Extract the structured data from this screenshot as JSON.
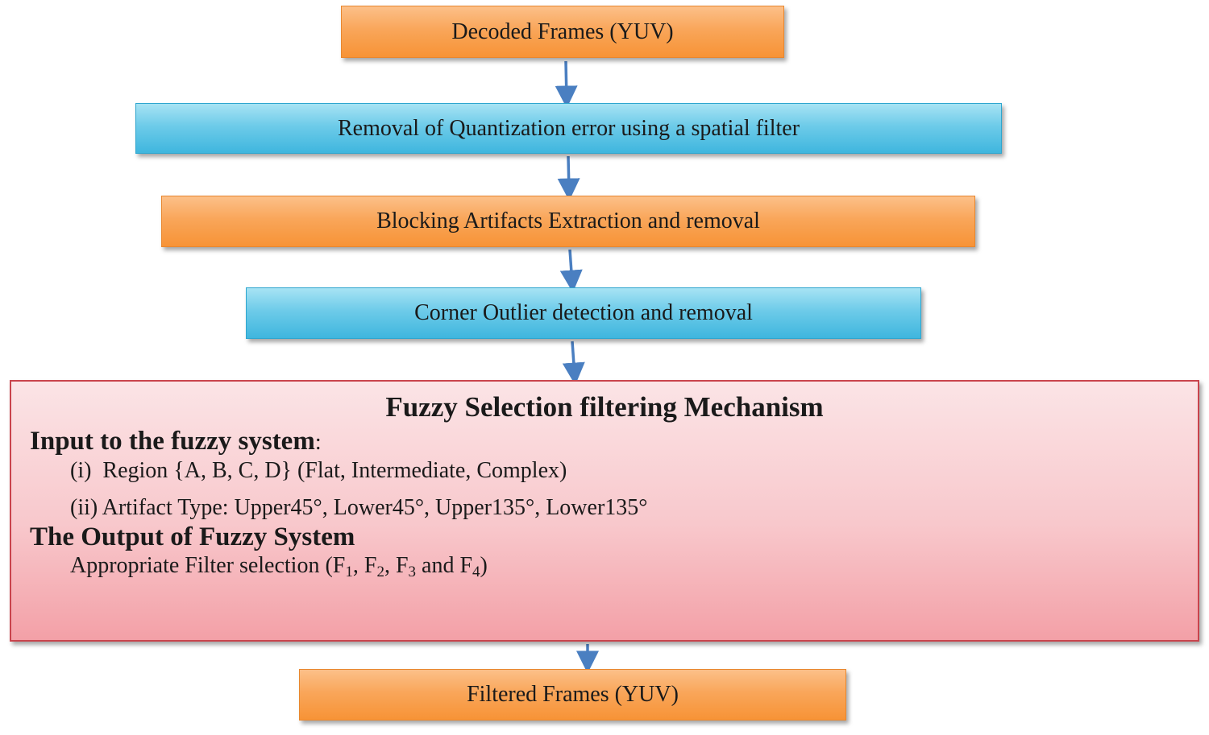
{
  "diagram": {
    "nodes": [
      {
        "id": "decoded",
        "label": "Decoded Frames (YUV)"
      },
      {
        "id": "quant",
        "label": "Removal of Quantization error using a spatial filter"
      },
      {
        "id": "blocking",
        "label": "Blocking Artifacts Extraction and removal"
      },
      {
        "id": "corner",
        "label": "Corner Outlier detection and removal"
      },
      {
        "id": "filtered",
        "label": "Filtered Frames (YUV)"
      }
    ],
    "edges": [
      {
        "from": "decoded",
        "to": "quant"
      },
      {
        "from": "quant",
        "to": "blocking"
      },
      {
        "from": "blocking",
        "to": "corner"
      },
      {
        "from": "corner",
        "to": "fuzzy"
      },
      {
        "from": "fuzzy",
        "to": "filtered"
      }
    ],
    "fuzzy": {
      "id": "fuzzy",
      "title": "Fuzzy Selection filtering Mechanism",
      "input_heading": "Input to the fuzzy system",
      "input_colon": ":",
      "input_item_1": "(i)  Region {A, B, C, D} (Flat, Intermediate, Complex)",
      "input_item_2": "(ii) Artifact Type: Upper45°, Lower45°, Upper135°, Lower135°",
      "output_heading": "The Output of Fuzzy System",
      "output_text_prefix": "Appropriate Filter selection (F",
      "sub_1": "1",
      "sep_1": ", F",
      "sub_2": "2",
      "sep_2": ", F",
      "sub_3": "3",
      "sep_3": " and F",
      "sub_4": "4",
      "output_text_suffix": ")"
    },
    "colors": {
      "orange": "#f9a65a",
      "blue": "#5bc4e6",
      "pink": "#f8c8cc",
      "pink_border": "#c9444d",
      "arrow": "#4a7fc1"
    }
  }
}
